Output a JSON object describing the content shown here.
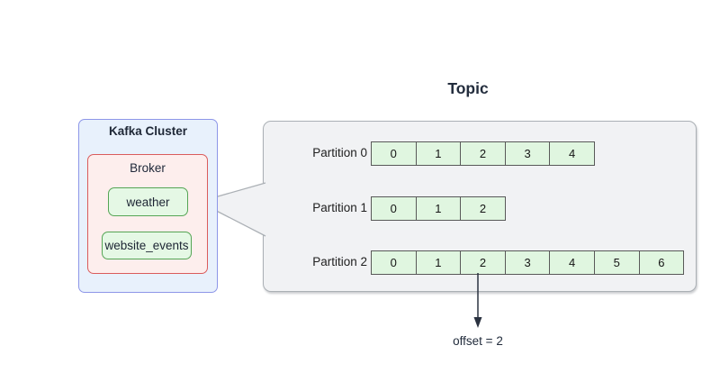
{
  "diagram": {
    "topic_title": "Topic",
    "cluster": {
      "title": "Kafka Cluster",
      "broker": {
        "title": "Broker",
        "topics": [
          {
            "name": "weather"
          },
          {
            "name": "website_events"
          }
        ]
      }
    },
    "partitions": [
      {
        "label": "Partition 0",
        "offsets": [
          "0",
          "1",
          "2",
          "3",
          "4"
        ]
      },
      {
        "label": "Partition 1",
        "offsets": [
          "0",
          "1",
          "2"
        ]
      },
      {
        "label": "Partition 2",
        "offsets": [
          "0",
          "1",
          "2",
          "3",
          "4",
          "5",
          "6"
        ]
      }
    ],
    "annotation": {
      "text": "offset = 2",
      "points_to": "2"
    },
    "colors": {
      "cluster_fill": "#e8f1fc",
      "cluster_stroke": "#8d96e8",
      "broker_fill": "#fdeeed",
      "broker_stroke": "#da5c5c",
      "topic_chip_fill": "#e5f8e5",
      "topic_chip_stroke": "#55a555",
      "container_fill": "#f1f2f4",
      "container_stroke": "#abb0b5",
      "cell_fill": "#e0f6e0",
      "cell_stroke": "#595959",
      "text": "#20293a"
    }
  }
}
